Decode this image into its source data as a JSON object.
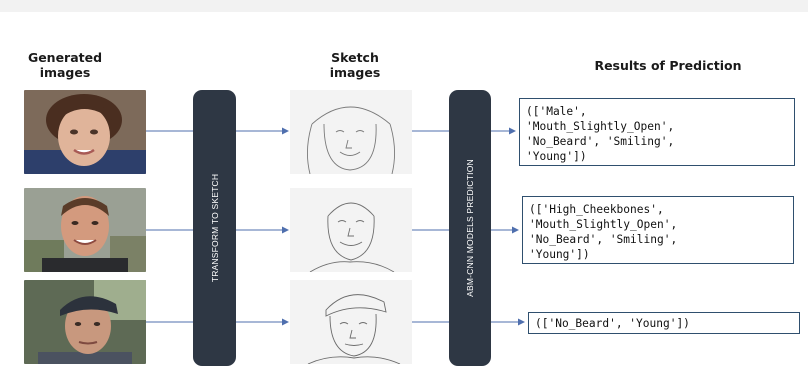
{
  "headers": {
    "generated": [
      "Generated",
      "images"
    ],
    "sketch": [
      "Sketch",
      "images"
    ],
    "results": "Results of Prediction"
  },
  "stages": {
    "transform": "TRANSFORM TO SKETCH",
    "predict": "ABM-CNN MODELS PREDICTION"
  },
  "rows": [
    {
      "photo": "face-boy",
      "sketch": "sketch-boy",
      "result_lines": [
        "(['Male',",
        "'Mouth_Slightly_Open',",
        "'No_Beard', 'Smiling',",
        "'Young'])"
      ]
    },
    {
      "photo": "face-man-smiling",
      "sketch": "sketch-man-smiling",
      "result_lines": [
        "(['High_Cheekbones',",
        "'Mouth_Slightly_Open',",
        "'No_Beard', 'Smiling',",
        "'Young'])"
      ]
    },
    {
      "photo": "face-man-cap",
      "sketch": "sketch-man-cap",
      "result_lines": [
        "(['No_Beard', 'Young'])"
      ]
    }
  ],
  "colors": {
    "bar": "#2e3744",
    "arrow": "#4f6fae",
    "box_border": "#2f4f6e"
  }
}
